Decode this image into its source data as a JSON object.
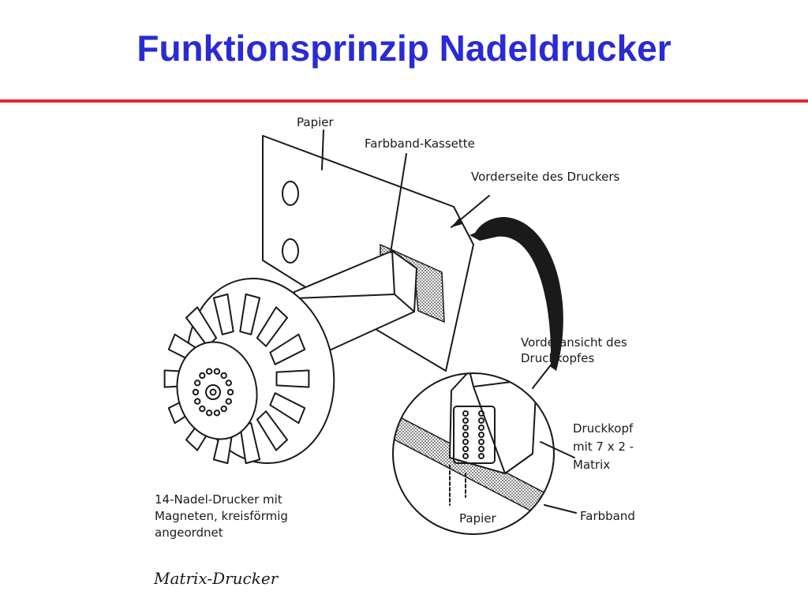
{
  "slide": {
    "title": "Funktionsprinzip Nadeldrucker",
    "title_color": "#2a2ad6",
    "rule_color": "#e8232a"
  },
  "diagram": {
    "labels": {
      "papier_top": "Papier",
      "farbband_kassette": "Farbband-Kassette",
      "vorderseite": "Vorderseite des Druckers",
      "vorderansicht_1": "Vorderansicht des",
      "vorderansicht_2": "Druckkopfes",
      "druckkopf_1": "Druckkopf",
      "druckkopf_2": "mit 7 x 2 -",
      "druckkopf_3": "Matrix",
      "farbband": "Farbband",
      "papier_detail": "Papier",
      "nadel_1": "14-Nadel-Drucker mit",
      "nadel_2": "Magneten, kreisförmig",
      "nadel_3": "angeordnet"
    },
    "caption": "Matrix-Drucker"
  }
}
